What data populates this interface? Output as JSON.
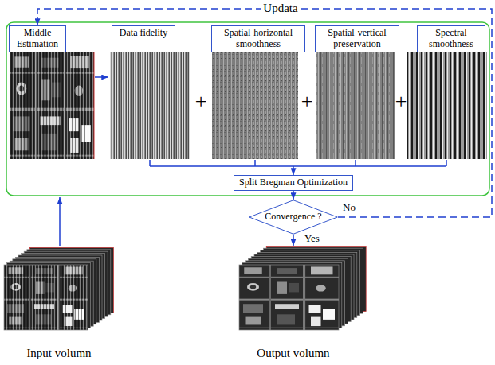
{
  "diagram": {
    "nodes": [
      {
        "text": [
          "Middle Estimation"
        ]
      },
      {
        "text": [
          "Data fidelity"
        ]
      },
      {
        "text": [
          "Spatial-horizontal smoothness"
        ]
      },
      {
        "text": [
          "Spatial-vertical preservation"
        ]
      },
      {
        "text": [
          "Spectral smoothness"
        ]
      },
      {
        "text": [
          "Split Bregman Optimization"
        ]
      },
      {
        "text": [
          "Convergence ?"
        ]
      },
      {
        "text": [
          "Input volumn"
        ]
      },
      {
        "text": [
          "Output volumn"
        ]
      }
    ],
    "edges": [
      {
        "from": 5,
        "to": 6,
        "arrow": "to"
      },
      {
        "from": 6,
        "to": 8,
        "label": "Yes",
        "arrow": "to"
      },
      {
        "from": 6,
        "to": 0,
        "label": "No",
        "arrow": "to"
      }
    ],
    "labels": [
      "Updata",
      "+",
      "+",
      "+"
    ]
  }
}
